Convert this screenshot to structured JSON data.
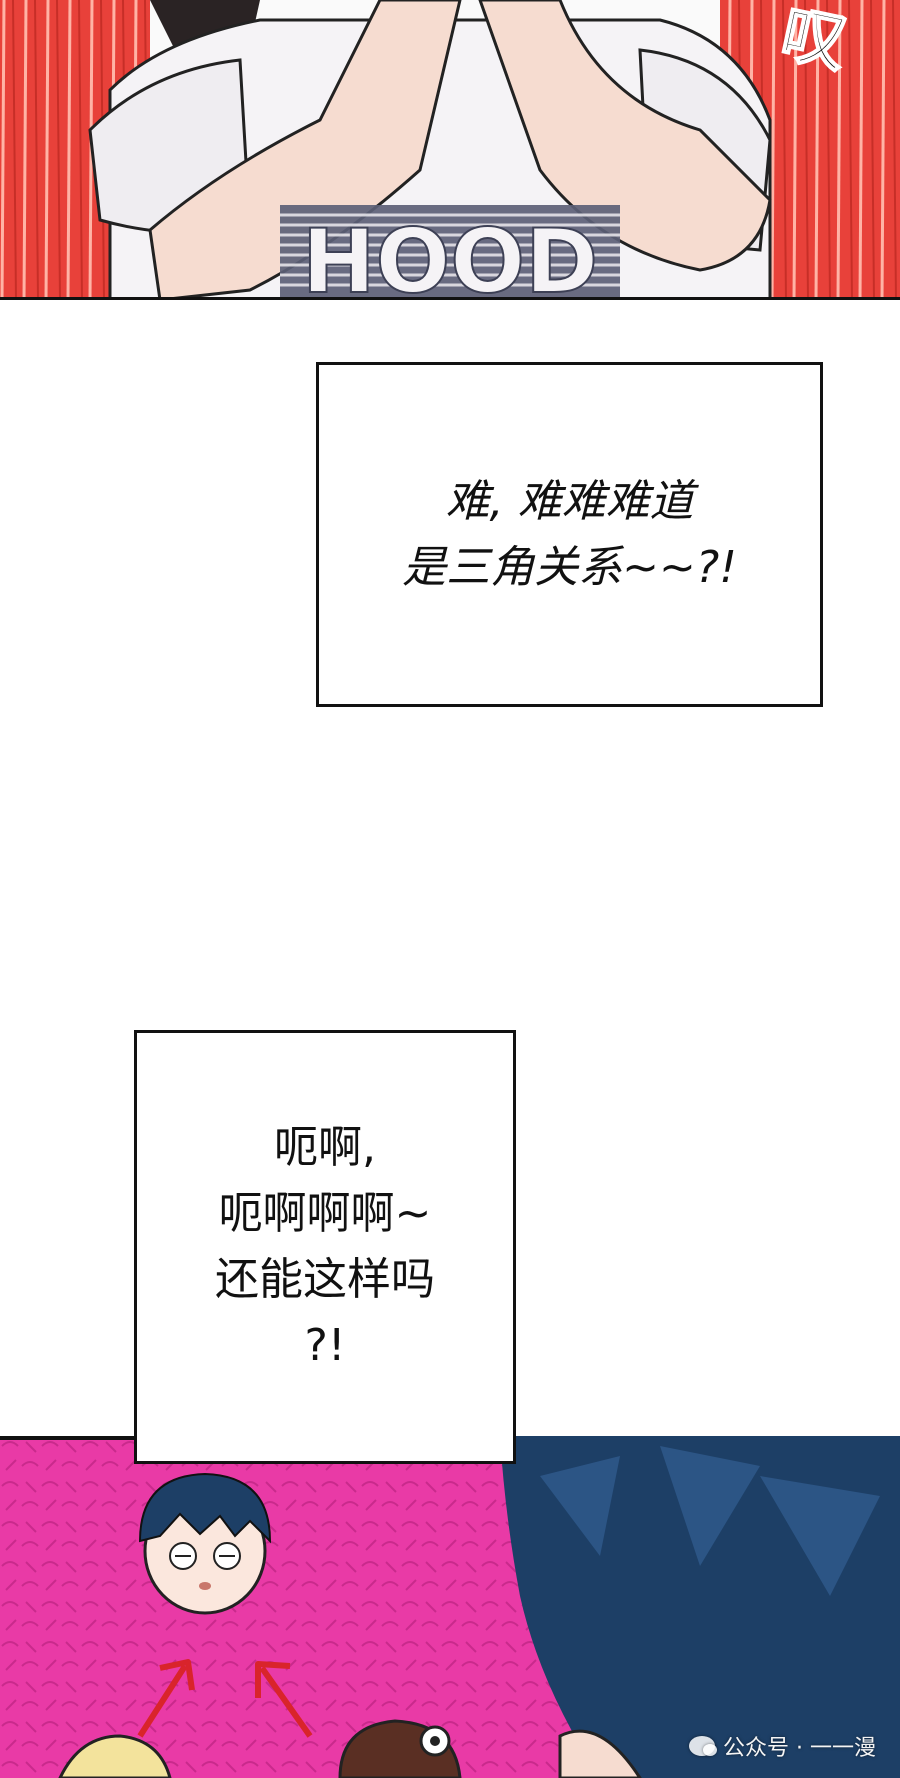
{
  "top_panel": {
    "shirt_logo": "HOOD",
    "sfx": "叹"
  },
  "bubble_1": {
    "lines": [
      "难, 难难难道",
      "是三角关系~~?!"
    ]
  },
  "bubble_2": {
    "lines": [
      "呃啊,",
      "呃啊啊啊~",
      "还能这样吗",
      "?!"
    ]
  },
  "watermark": {
    "text": "公众号 · 一一漫"
  },
  "colors": {
    "panel_red": "#e8413a",
    "panel_pink": "#e93aa6",
    "hair_blue": "#1d3f66",
    "arrow_red": "#d9242b"
  }
}
